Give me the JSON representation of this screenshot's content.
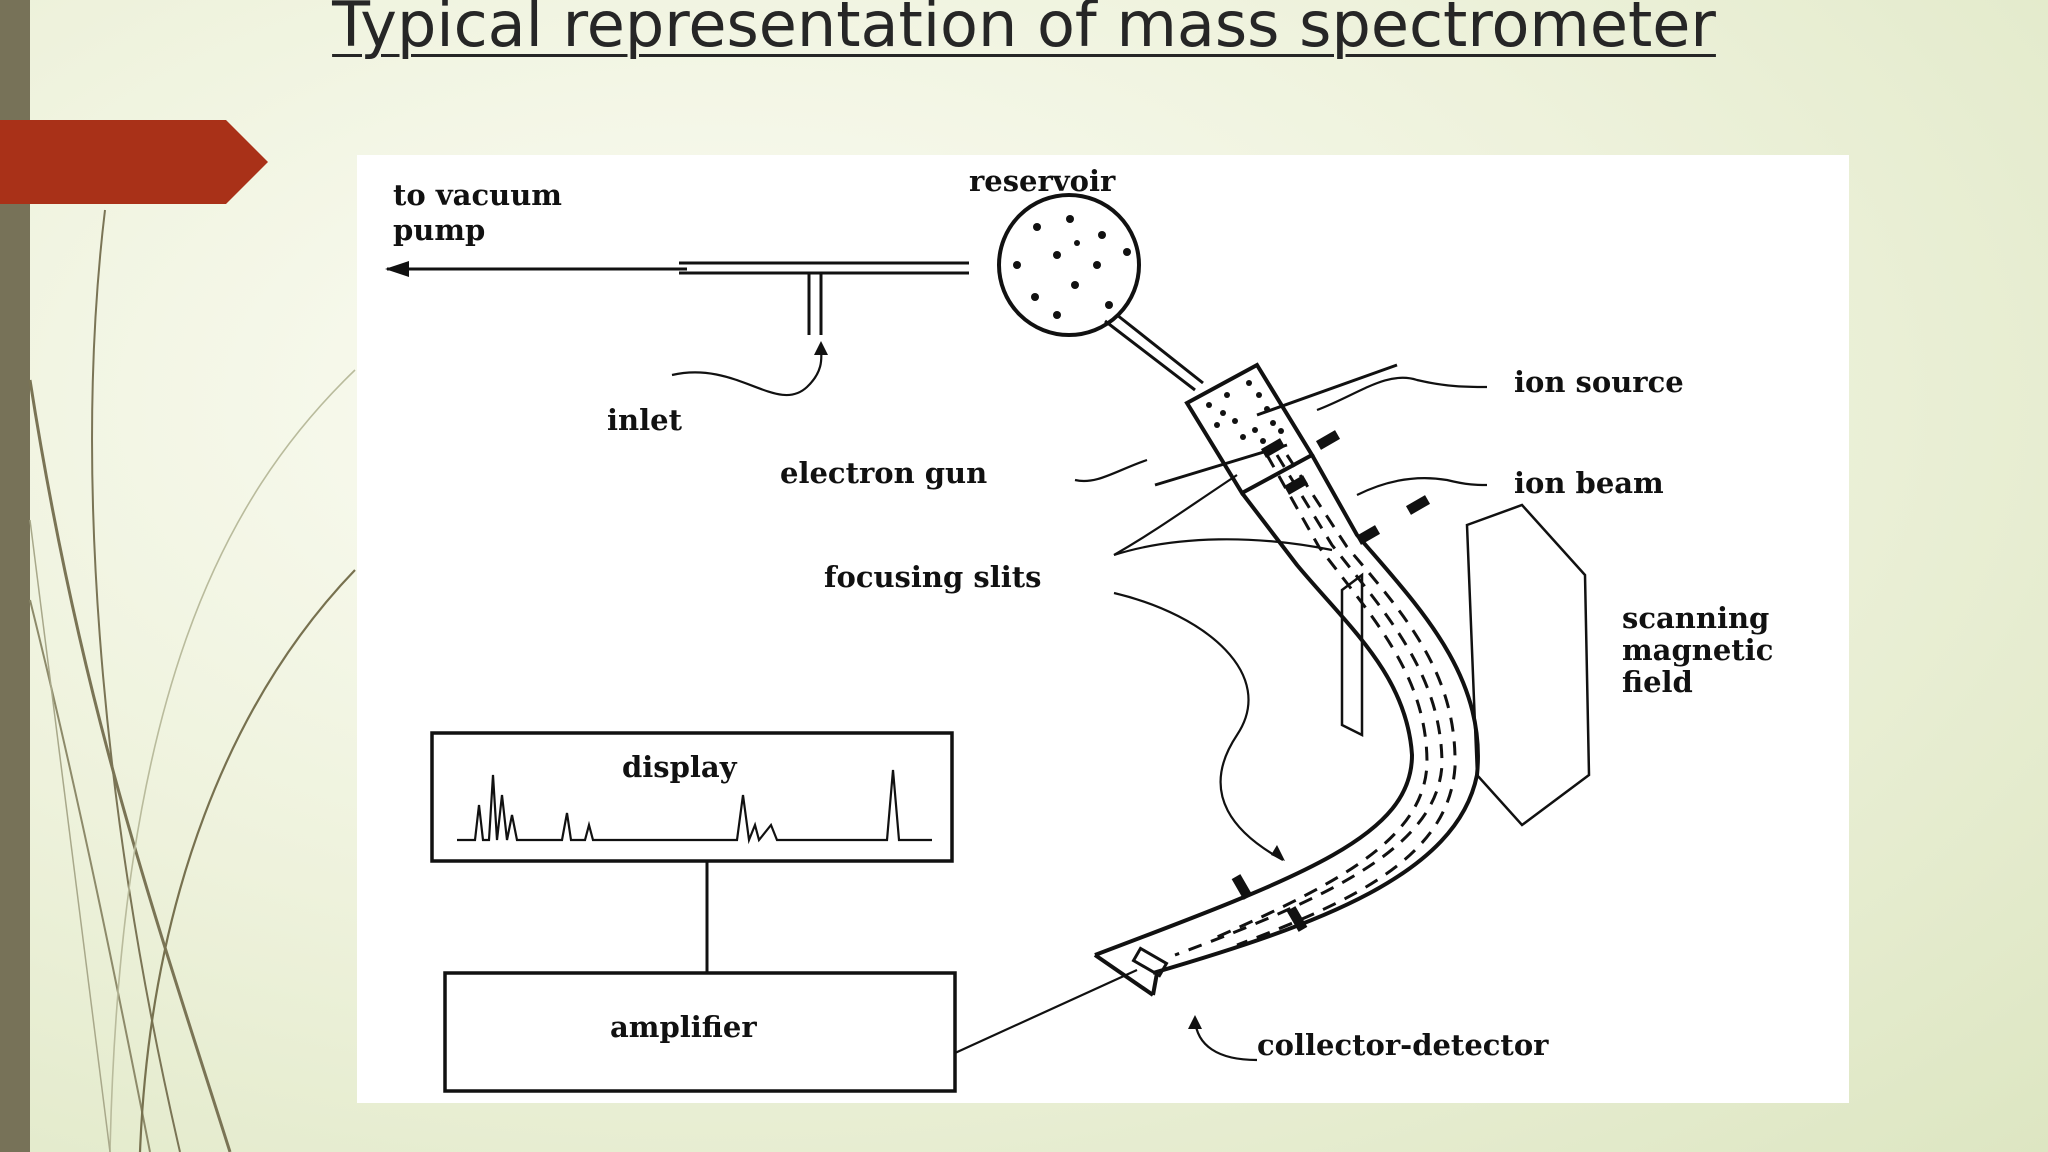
{
  "title": "Typical representation of mass spectrometer",
  "diagram": {
    "labels": {
      "to_vacuum_pump_line1": "to vacuum",
      "to_vacuum_pump_line2": "pump",
      "reservoir": "reservoir",
      "inlet": "inlet",
      "ion_source": "ion source",
      "electron_gun": "electron gun",
      "ion_beam": "ion beam",
      "focusing_slits": "focusing slits",
      "scanning_line1": "scanning",
      "scanning_line2": "magnetic",
      "scanning_line3": "field",
      "display": "display",
      "amplifier": "amplifier",
      "collector_detector": "collector-detector"
    }
  },
  "colors": {
    "accent_red": "#a93118",
    "side_bar": "#777258",
    "background": "#eef2dc"
  }
}
